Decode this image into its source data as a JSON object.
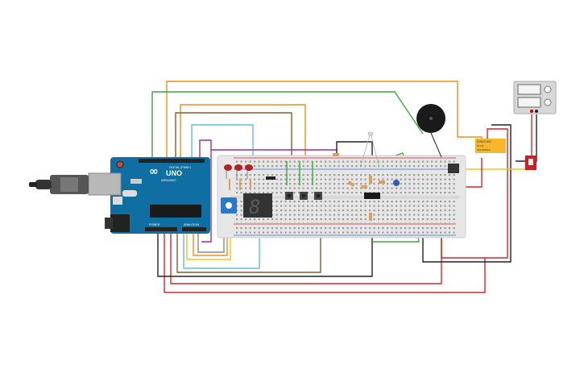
{
  "arduino": {
    "logo_text": "∞",
    "brand": "ARDUINO",
    "model": "UNO",
    "header_label": "DIGITAL (PWM~)",
    "power_label": "POWER",
    "analog_label": "ANALOG IN"
  },
  "seven_segment": {
    "display": "8"
  },
  "relay": {
    "model": "KRB-R-KIN",
    "line1": "5V DC",
    "line2": "10A 250VAC"
  },
  "colors": {
    "wire_orange": "#e8901c",
    "wire_green": "#3aa93a",
    "wire_brown": "#8b5a2b",
    "wire_cyan": "#5bc0de",
    "wire_purple": "#9b2fae",
    "wire_red": "#d62728",
    "wire_black": "#222222",
    "wire_yellow": "#f0c419",
    "wire_gray": "#8a8a8a",
    "wire_blue": "#3b6fd8",
    "board_teal": "#0f6fa3",
    "breadboard": "#e6e6e6"
  },
  "icons": [
    "arduino-board",
    "usb-connector",
    "power-jack",
    "breadboard",
    "led-red",
    "rgb-sensor",
    "seven-segment-display",
    "push-button",
    "resistor",
    "ic-chip",
    "buzzer",
    "relay-module",
    "power-supply",
    "slide-switch",
    "photoresistor"
  ]
}
